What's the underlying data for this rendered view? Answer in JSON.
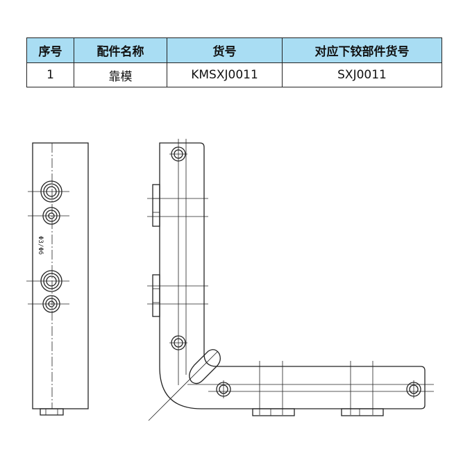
{
  "table": {
    "headers": [
      "序号",
      "配件名称",
      "货号",
      "对应下铰部件货号"
    ],
    "rows": [
      [
        "1",
        "靠模",
        "KMSXJ0011",
        "SXJ0011"
      ]
    ]
  },
  "drawing": {
    "dimension_label": "Φ3/Φ6"
  }
}
